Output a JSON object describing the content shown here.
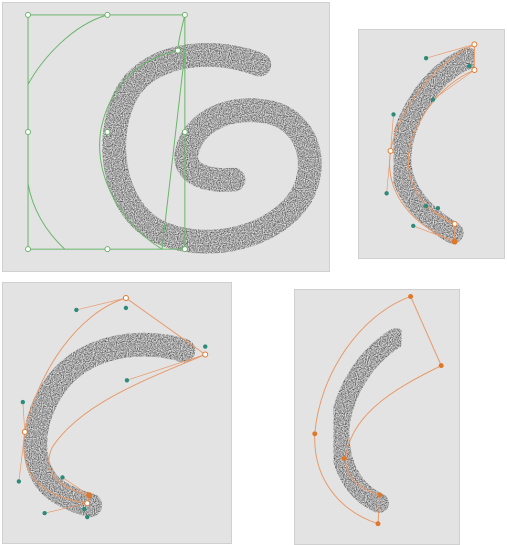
{
  "colors": {
    "panel_background": "#e3e3e3",
    "stroke_texture": "#3b3b3b",
    "outline_green": "#6ab56a",
    "outline_orange": "#e89a6a",
    "handle_teal": "#2e8b7a",
    "anchor_orange": "#e0782a"
  },
  "panels": [
    {
      "name": "spiral-stroke-bounding-mesh",
      "shape": "spiral",
      "outline_color": "green"
    },
    {
      "name": "arc-stroke-bezier-outline",
      "shape": "arc",
      "outline_color": "orange"
    },
    {
      "name": "wide-arc-stroke-bezier-outline",
      "shape": "arc",
      "outline_color": "orange"
    },
    {
      "name": "arc-stroke-wedge-outline",
      "shape": "arc",
      "outline_color": "orange"
    }
  ]
}
